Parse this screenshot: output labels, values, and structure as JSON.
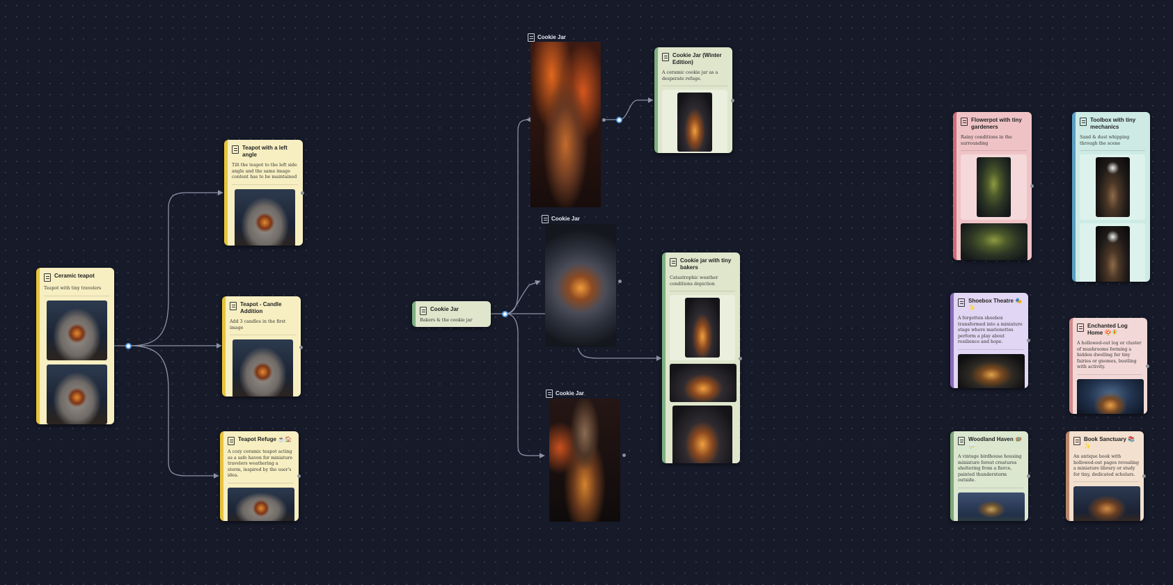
{
  "cards": {
    "ceramic_teapot": {
      "title": "Ceramic teapot",
      "desc": "Teapot with tiny travelers"
    },
    "teapot_left": {
      "title": "Teapot with a left angle",
      "desc": "Tilt the teapot to the left side angle and the same image content has to be maintained"
    },
    "teapot_candle": {
      "title": "Teapot - Candle Addition",
      "desc": "Add 3 candles in the first image"
    },
    "teapot_refuge": {
      "title": "Teapot Refuge ☕🏠",
      "desc": "A cozy ceramic teapot acting as a safe haven for miniature travelers weathering a storm, inspired by the user's idea."
    },
    "cookie_jar_center": {
      "title": "Cookie Jar",
      "desc": "Bakers & the cookie jar"
    },
    "cookie_winter": {
      "title": "Cookie Jar (Winter Edition)",
      "desc": "A ceramic cookie jar as a desperate refuge."
    },
    "cookie_bakers": {
      "title": "Cookie jar with tiny bakers",
      "desc": "Catastrophic weather conditions depiction"
    },
    "flowerpot": {
      "title": "Flowerpot with tiny gardeners",
      "desc": "Rainy conditions in the surrounding"
    },
    "toolbox": {
      "title": "Toolbox with tiny mechanics",
      "desc": "Sand & dust whipping through the scene"
    },
    "shoebox": {
      "title": "Shoebox Theatre 🎭✨",
      "desc": "A forgotten shoebox transformed into a miniature stage where marionettes perform a play about resilience and hope."
    },
    "log_home": {
      "title": "Enchanted Log Home 🍄🧚",
      "desc": "A hollowed-out log or cluster of mushrooms forming a hidden dwelling for tiny fairies or gnomes, bustling with activity."
    },
    "woodland": {
      "title": "Woodland Haven 🪺⛈️",
      "desc": "A vintage birdhouse housing miniature forest creatures sheltering from a fierce, painted thunderstorm outside."
    },
    "book": {
      "title": "Book Sanctuary 📚✨",
      "desc": "An antique book with hollowed-out pages revealing a miniature library or study for tiny, dedicated scholars."
    }
  },
  "image_labels": {
    "top": "Cookie Jar",
    "middle": "Cookie Jar",
    "bottom": "Cookie Jar"
  },
  "icons": [
    "doc-icon"
  ],
  "colors": {
    "canvas": "#161a29",
    "wire": "#8c93a6",
    "port": "#5aa0e6"
  }
}
